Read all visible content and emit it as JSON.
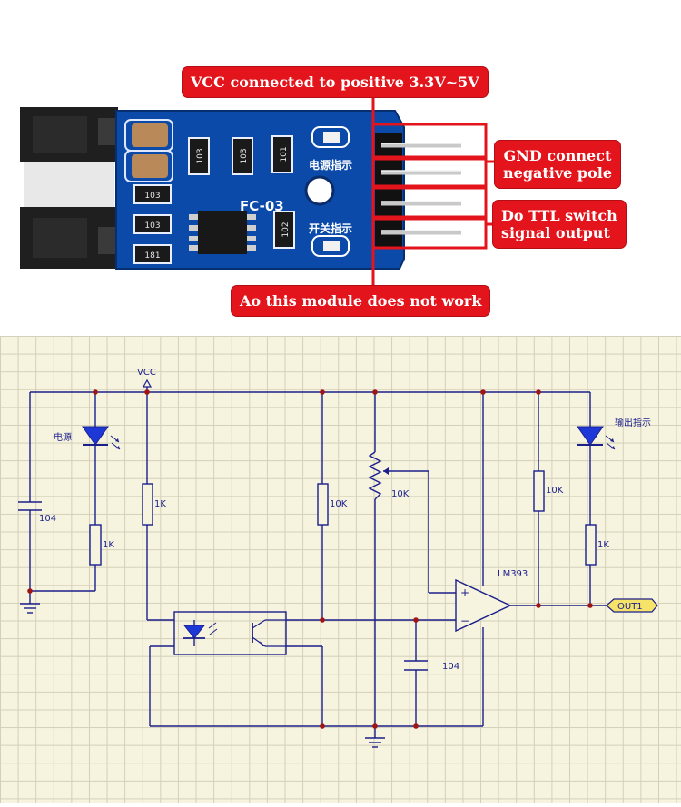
{
  "photo": {
    "board_label": "FC-03",
    "silk_power": "电源指示",
    "silk_switch": "开关指示",
    "resistor_codes": [
      "103",
      "103",
      "101",
      "103",
      "103",
      "181",
      "102"
    ],
    "callouts": {
      "vcc": "VCC connected to positive 3.3V~5V",
      "gnd_line1": "GND connect",
      "gnd_line2": "negative pole",
      "do_line1": "Do TTL switch",
      "do_line2": "signal output",
      "ao": "Ao this module does not work"
    },
    "colors": {
      "callout": "#e3141b",
      "pcb": "#0b4aa8",
      "slot": "#1c1c1c"
    }
  },
  "schematic": {
    "labels": {
      "vcc": "VCC",
      "power_led": "电源",
      "output_led": "输出指示",
      "c1": "104",
      "r_power": "1K",
      "r_sensor": "1K",
      "r_pullup": "10K",
      "pot": "10K",
      "r_out": "10K",
      "r_led": "1K",
      "comparator": "LM393",
      "plus": "+",
      "minus": "−",
      "c2": "104",
      "output": "OUT1"
    },
    "colors": {
      "wire": "#1b1f8c",
      "led": "#1e38d8",
      "node": "#a01414",
      "grid_bg": "#f6f3df"
    }
  }
}
